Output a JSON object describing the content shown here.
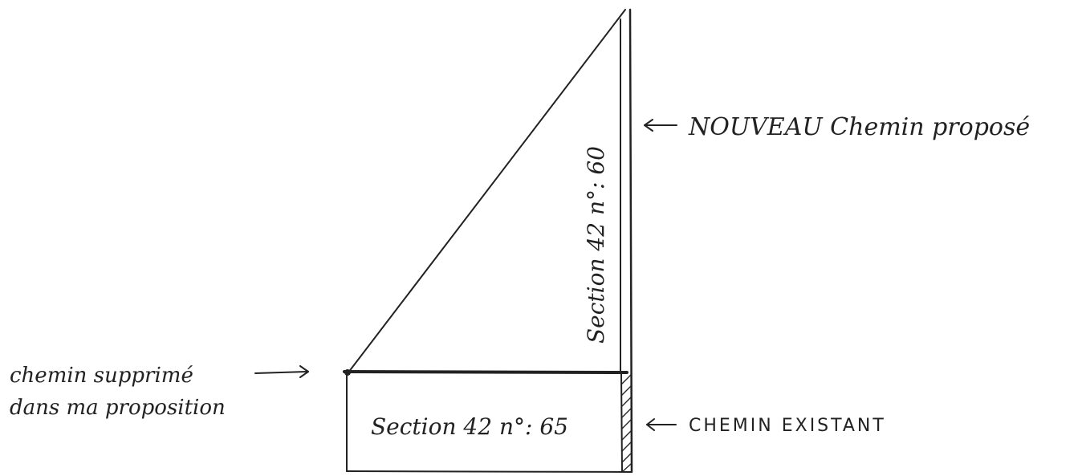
{
  "colors": {
    "ink": "#222222",
    "paper": "#ffffff"
  },
  "labels": {
    "new_path": "NOUVEAU Chemin proposé",
    "removed_path_line1": "chemin supprimé",
    "removed_path_line2": "dans ma proposition",
    "existing_path": "CHEMIN EXISTANT"
  },
  "sections": {
    "vertical": "Section 42 n°: 60",
    "horizontal": "Section 42 n°: 65"
  }
}
